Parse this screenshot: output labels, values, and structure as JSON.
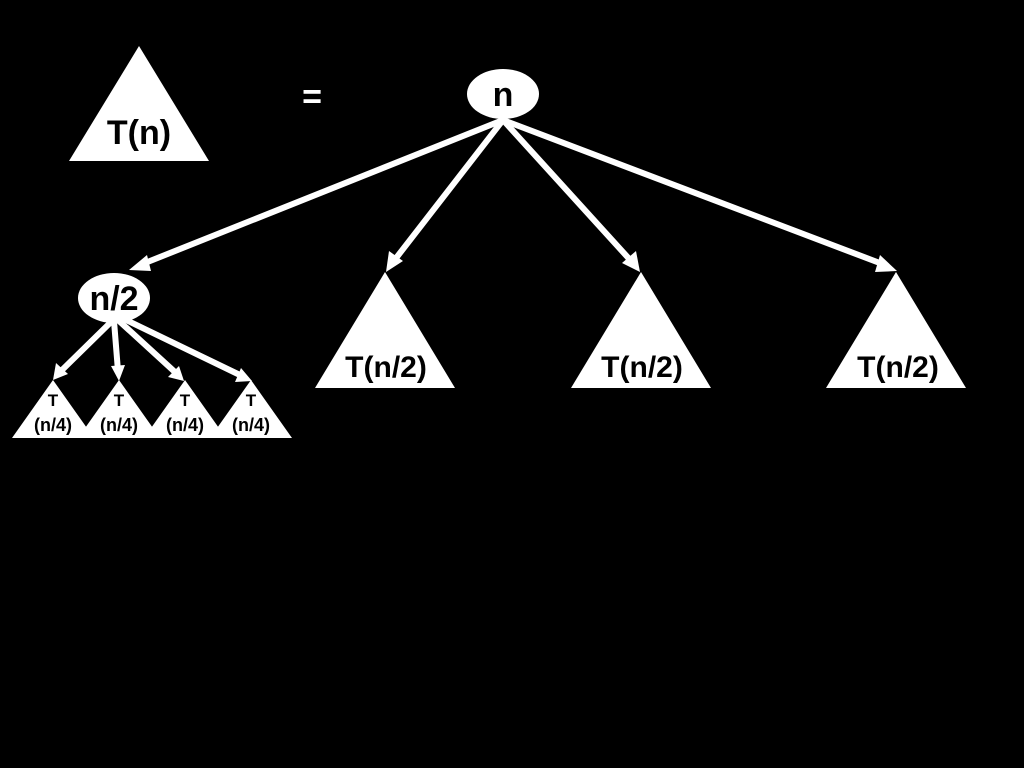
{
  "legend": {
    "label": "T(n)",
    "equals": "="
  },
  "root": {
    "label": "n"
  },
  "level1": {
    "node_label": "n/2",
    "subtrees": [
      "T(n/2)",
      "T(n/2)",
      "T(n/2)"
    ]
  },
  "level2": {
    "subtrees": [
      {
        "line1": "T",
        "line2": "(n/4)"
      },
      {
        "line1": "T",
        "line2": "(n/4)"
      },
      {
        "line1": "T",
        "line2": "(n/4)"
      },
      {
        "line1": "T",
        "line2": "(n/4)"
      }
    ]
  },
  "colors": {
    "background": "#000000",
    "foreground": "#ffffff"
  }
}
